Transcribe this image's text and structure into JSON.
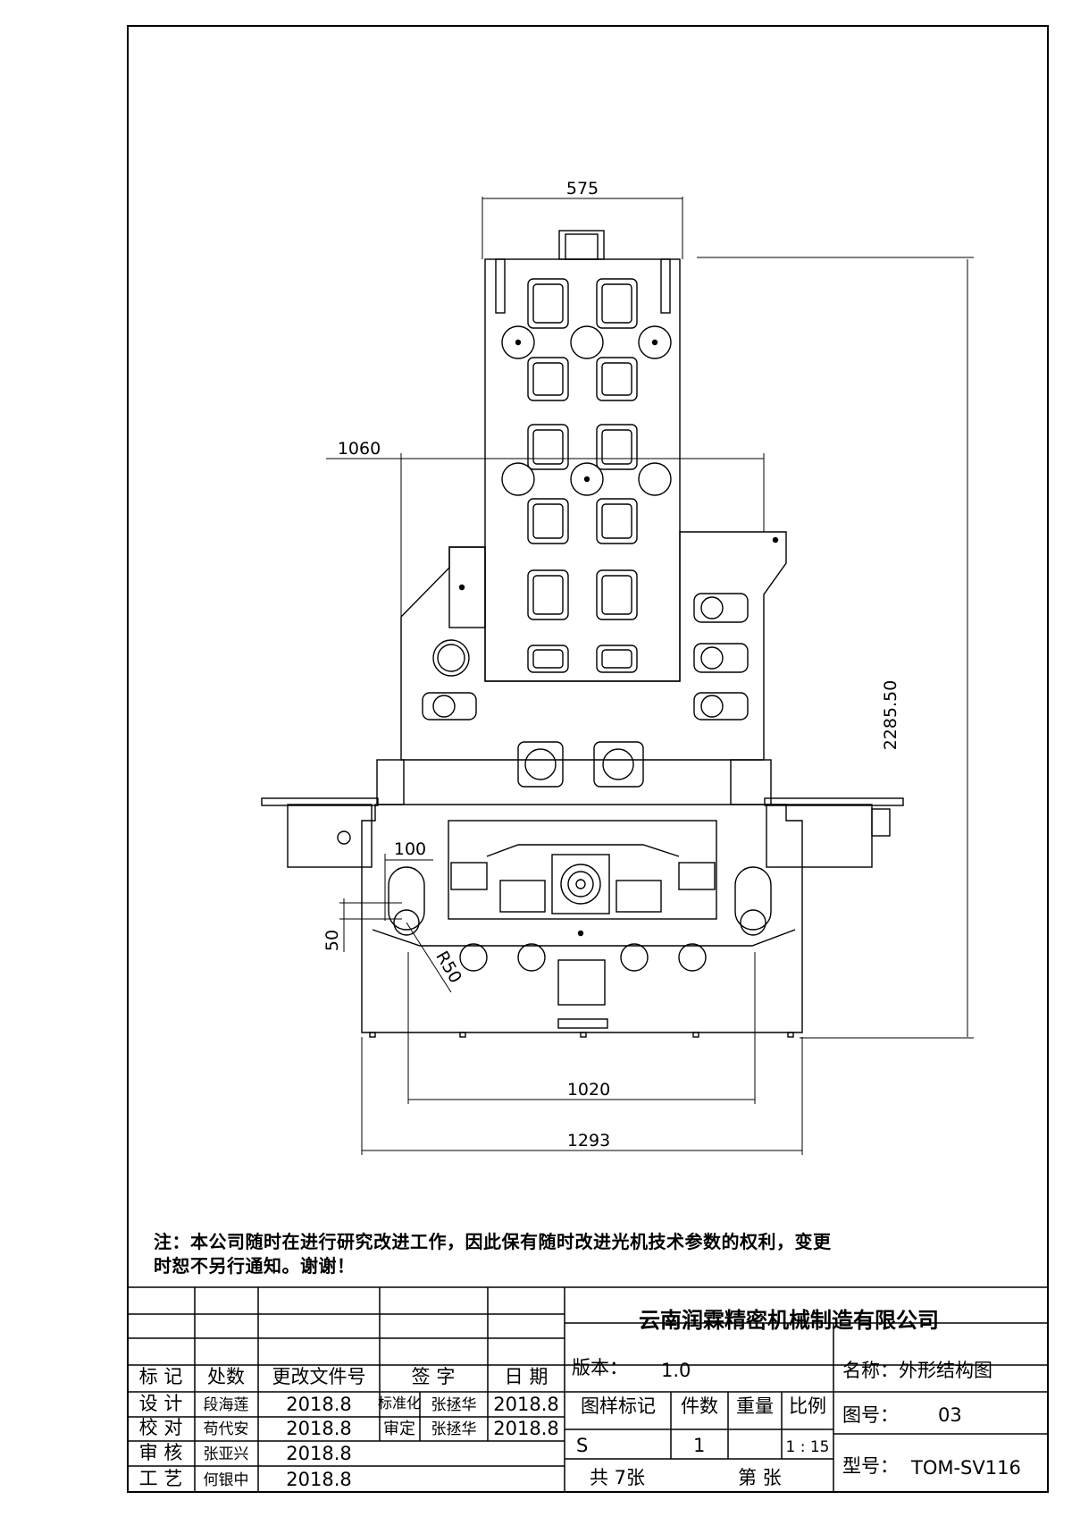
{
  "drawing": {
    "dimensions": {
      "top_width": "575",
      "mid_width": "1060",
      "height": "2285.50",
      "slot": "100",
      "offset": "50",
      "radius": "R50",
      "base_inner": "1020",
      "base_outer": "1293"
    }
  },
  "note": {
    "line1": "注：本公司随时在进行研究改进工作，因此保有随时改进光机技术参数的权利，变更",
    "line2": "时恕不另行通知。谢谢！"
  },
  "title_block": {
    "company": "云南润霖精密机械制造有限公司",
    "headers": {
      "mark": "标 记",
      "count": "处数",
      "change_doc": "更改文件号",
      "signature": "签 字",
      "date": "日 期"
    },
    "roles": [
      {
        "role": "设 计",
        "name": "段海莲",
        "date": "2018.8"
      },
      {
        "role": "校 对",
        "name": "苟代安",
        "date": "2018.8"
      },
      {
        "role": "审 核",
        "name": "张亚兴",
        "date": "2018.8"
      },
      {
        "role": "工 艺",
        "name": "何银中",
        "date": "2018.8"
      }
    ],
    "approvals": [
      {
        "role": "标准化",
        "name": "张拯华",
        "date": "2018.8"
      },
      {
        "role": "审定",
        "name": "张拯华",
        "date": "2018.8"
      }
    ],
    "version_label": "版本：",
    "version": "1.0",
    "name_label": "名称：外形结构图",
    "drawing_no_label": "图号：",
    "drawing_no": "03",
    "model_label": "型号：",
    "model": "TOM-SV116",
    "col_sample_mark": "图样标记",
    "col_qty": "件数",
    "col_weight": "重量",
    "col_scale": "比例",
    "sample_mark": "S",
    "qty": "1",
    "scale": "1 : 15",
    "total_sheets": "共 7张",
    "sheet_no": "第  张"
  }
}
